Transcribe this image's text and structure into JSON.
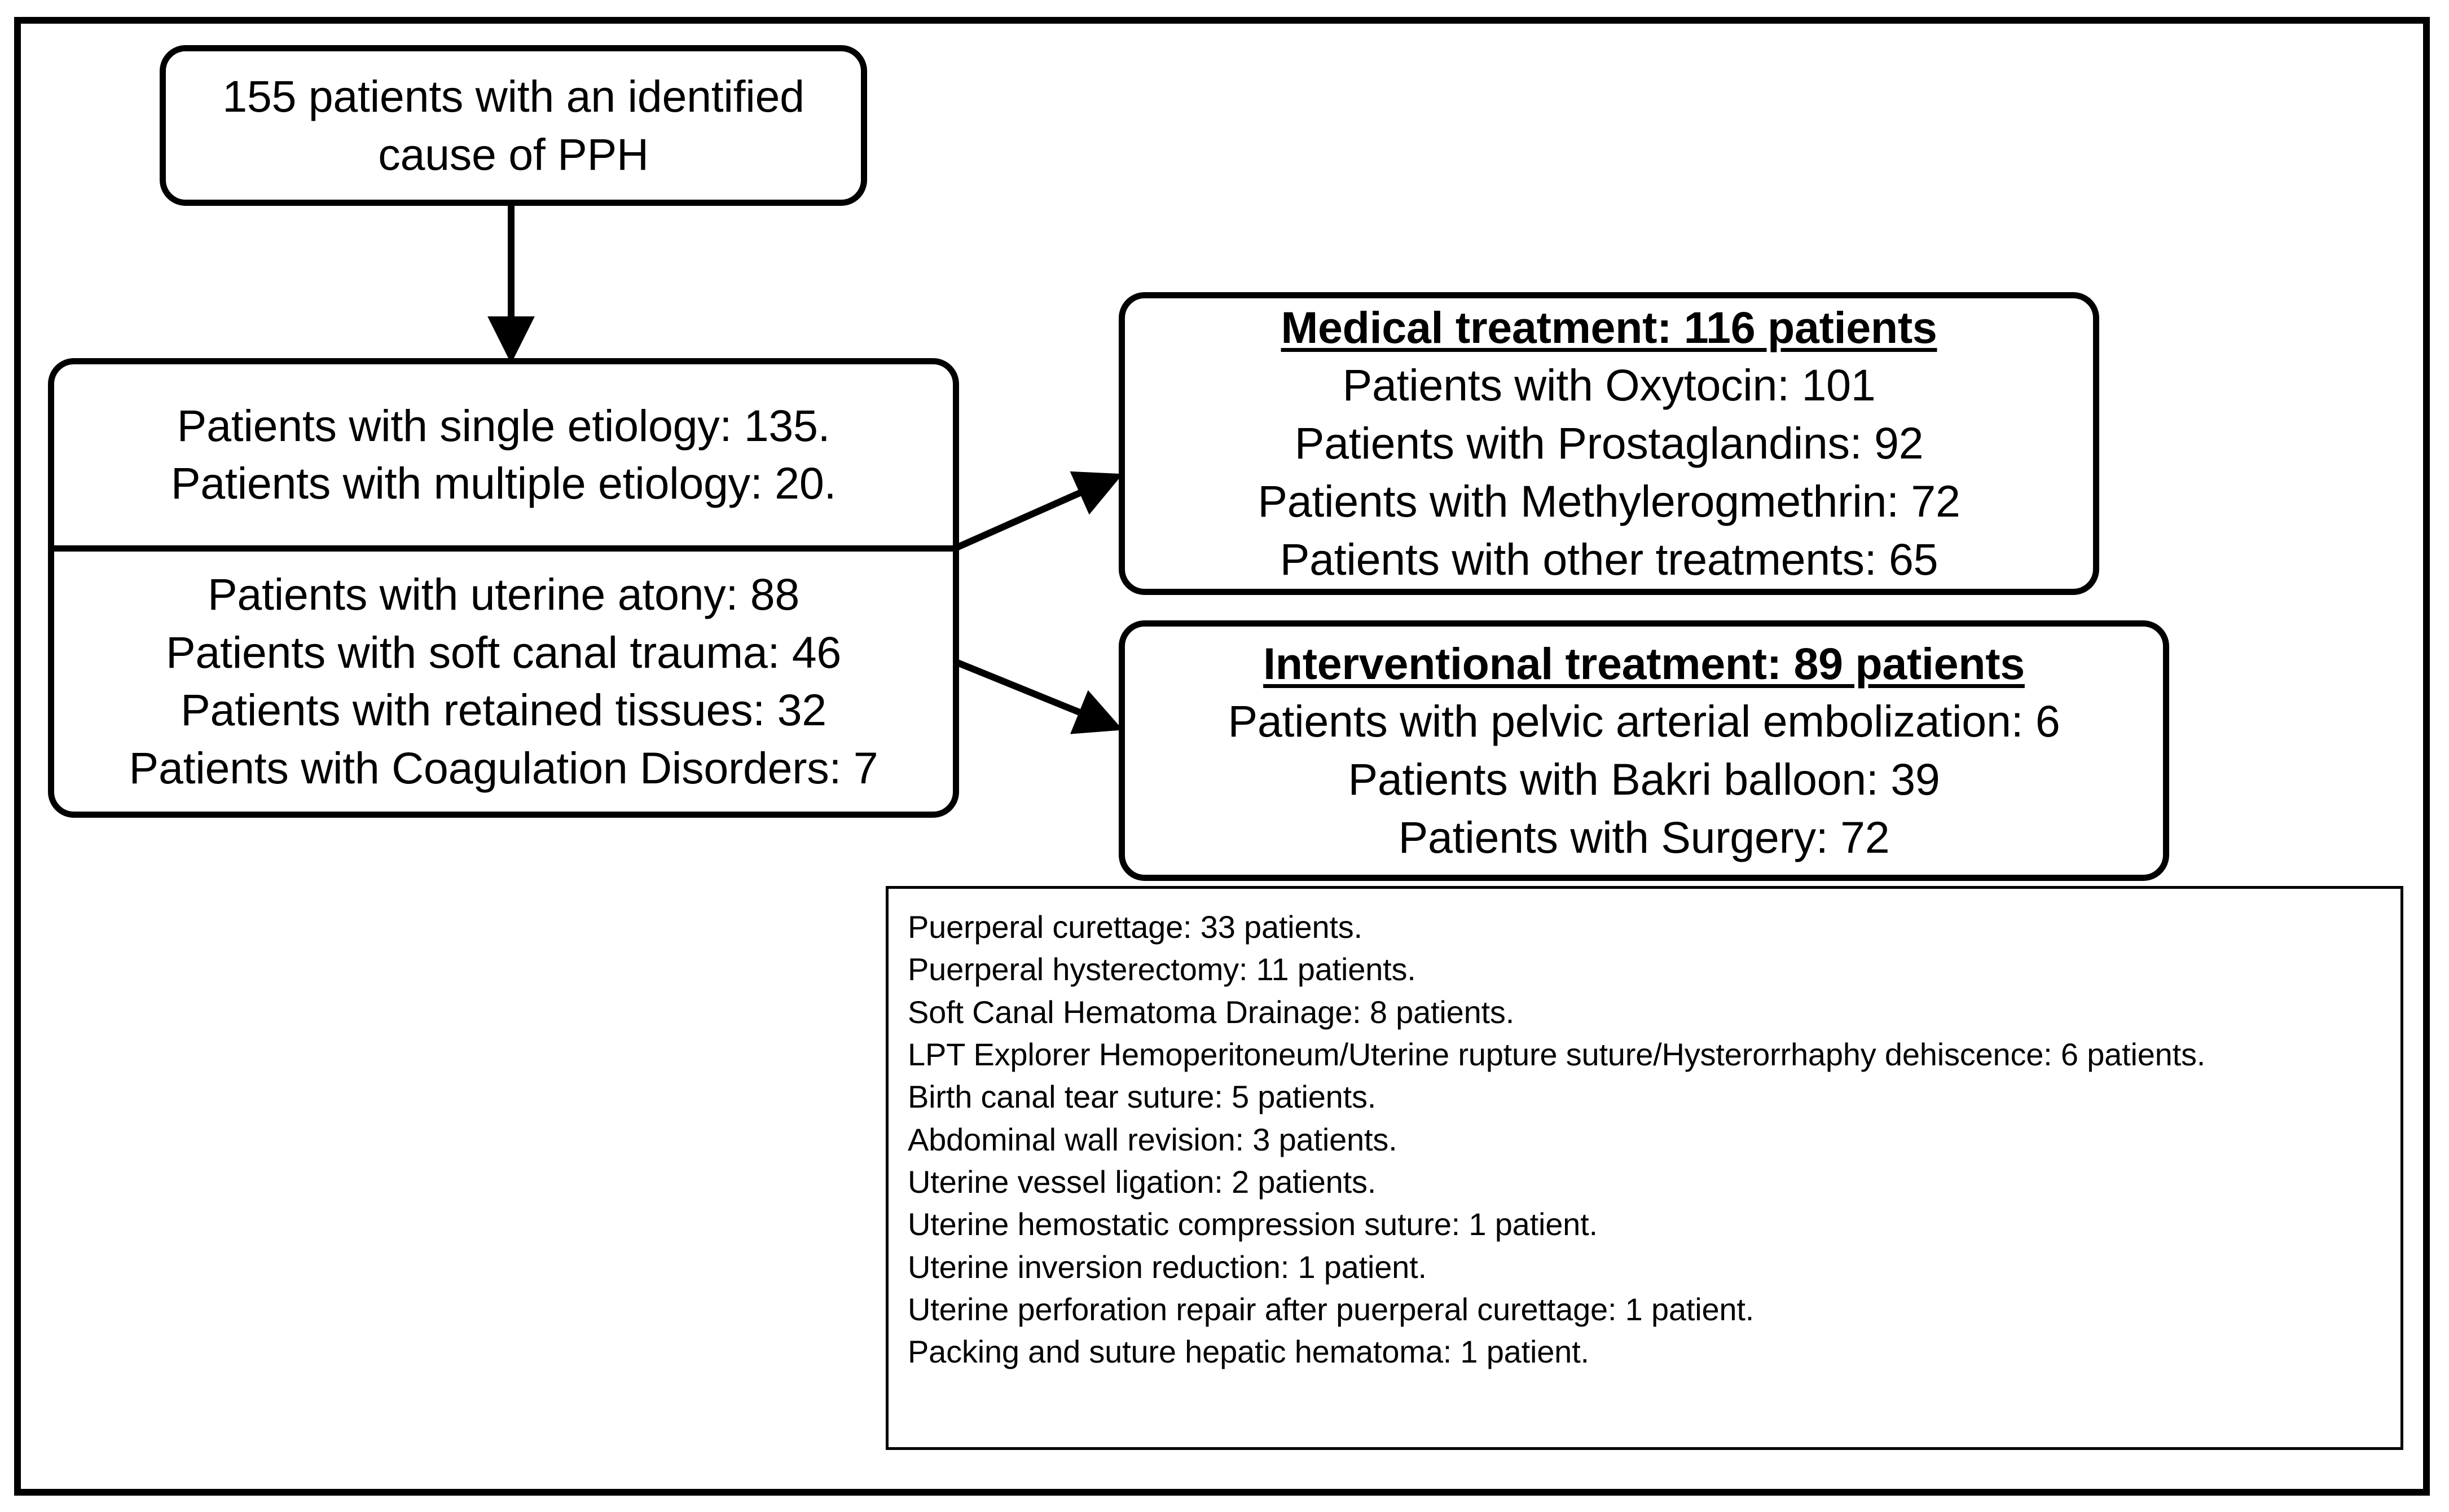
{
  "figure": {
    "type": "flowchart",
    "title": "PPH cause and treatment flow"
  },
  "boxes": {
    "identified": {
      "lines": [
        "155 patients with an identified",
        "cause of PPH"
      ]
    },
    "etiology": {
      "lines": [
        "Patients with single etiology: 135.",
        "Patients with multiple etiology: 20."
      ]
    },
    "causes": {
      "lines": [
        "Patients with uterine atony: 88",
        "Patients with soft canal trauma: 46",
        "Patients with retained tissues: 32",
        "Patients with Coagulation Disorders: 7"
      ]
    },
    "medical": {
      "heading": "Medical treatment: 116 patients",
      "lines": [
        "Patients with Oxytocin: 101",
        "Patients with Prostaglandins: 92",
        "Patients with Methylerogmethrin: 72",
        "Patients with other treatments: 65"
      ]
    },
    "interventional": {
      "heading": "Interventional treatment: 89 patients",
      "lines": [
        "Patients with pelvic arterial embolization: 6",
        "Patients with Bakri balloon: 39",
        "Patients with Surgery: 72"
      ]
    },
    "surgical_detail": {
      "lines": [
        "Puerperal curettage: 33 patients.",
        "Puerperal hysterectomy: 11 patients.",
        "Soft Canal Hematoma Drainage: 8 patients.",
        "LPT Explorer Hemoperitoneum/Uterine rupture suture/Hysterorrhaphy dehiscence: 6 patients.",
        "Birth canal tear suture: 5 patients.",
        "Abdominal wall revision: 3 patients.",
        "Uterine vessel ligation: 2 patients.",
        "Uterine hemostatic compression suture: 1 patient.",
        "Uterine inversion reduction: 1 patient.",
        "Uterine perforation repair after puerperal curettage: 1 patient.",
        "Packing and suture hepatic hematoma: 1 patient."
      ]
    }
  },
  "connectors": [
    {
      "name": "identified-to-etiology",
      "style": "vertical-arrow"
    },
    {
      "name": "causes-to-medical",
      "style": "diagonal-arrow-up"
    },
    {
      "name": "causes-to-interventional",
      "style": "diagonal-arrow-down"
    }
  ],
  "colors": {
    "stroke": "#000000",
    "background": "#ffffff",
    "text": "#000000"
  }
}
